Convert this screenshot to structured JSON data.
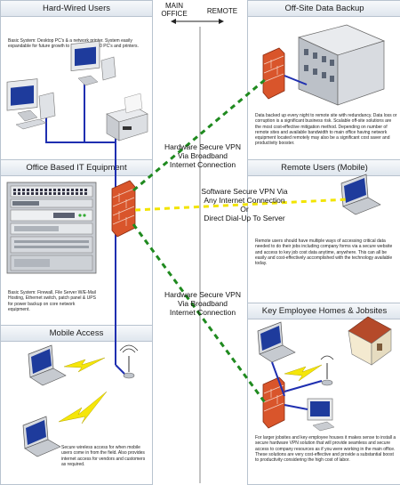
{
  "header": {
    "left": "MAIN OFFICE",
    "right": "REMOTE"
  },
  "panels": {
    "hardwired": {
      "title": "Hard-Wired Users",
      "desc": "Basic System: Desktop PC's & a network printer. System easily expandable for future growth to include up to 50 PC's and printers."
    },
    "office_it": {
      "title": "Office Based IT Equipment",
      "desc": "Basic System: Firewall, File Server W/E-Mail Hosting, Ethernet switch, patch panel & UPS for power backup on core network equipment."
    },
    "mobile": {
      "title": "Mobile Access",
      "desc": "Secure wireless access for when mobile users come in from the field. Also provides internet access for vendors and customers as required."
    },
    "offsite": {
      "title": "Off-Site Data Backup",
      "desc": "Data backed up every night to remote site with redundancy. Data loss or corruption is a significant business risk. Scalable off-site solutions are the most cost-effective mitigation method. Depending on number of remote sites and available bandwidth to main office having network equipment located remotely may also be a significant cost saver and productivity booster."
    },
    "remote_users": {
      "title": "Remote Users (Mobile)",
      "desc": "Remote users should have multiple ways of accessing critical data needed to do their jobs including company forms via a secure website and access to key job cost data anytime, anywhere. This can all be easily and cost-effectively accomplished with the technology available today."
    },
    "homes": {
      "title": "Key Employee Homes & Jobsites",
      "desc": "For larger jobsites and key employee houses it makes sense to install a secure hardware VPN solution that will provide seamless and secure access to company resources as if you were working in the main office. These solutions are very cost-effective and provide a substantial boost to productivity considering the high cost of labor."
    }
  },
  "connections": {
    "vpn_top": [
      "Hardware Secure VPN",
      "Via Broadband",
      "Internet Connection"
    ],
    "vpn_mid": [
      "Software Secure VPN Via",
      "Any Internet Connection",
      "Or",
      "Direct Dial-Up To Server"
    ],
    "vpn_bottom": [
      "Hardware Secure VPN",
      "Via Broadband",
      "Internet Connection"
    ]
  },
  "colors": {
    "wire": "#1f2fb0",
    "vpn_hw": "#1f8a1f",
    "vpn_sw": "#f2e400",
    "firewall": "#d9552b",
    "bolt": "#f5e60a"
  }
}
